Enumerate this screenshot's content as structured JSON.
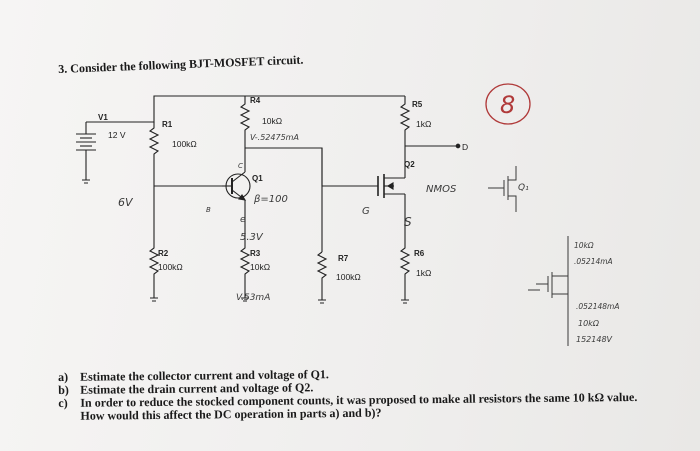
{
  "problem": {
    "number": "3.",
    "title": "Consider the following BJT-MOSFET circuit."
  },
  "circuit": {
    "v1": {
      "name": "V1",
      "value": "12 V"
    },
    "r1": {
      "name": "R1",
      "value": "100kΩ"
    },
    "r2": {
      "name": "R2",
      "value": "100kΩ"
    },
    "r3": {
      "name": "R3",
      "value": "10kΩ"
    },
    "r4": {
      "name": "R4",
      "value": "10kΩ"
    },
    "r5": {
      "name": "R5",
      "value": "1kΩ"
    },
    "r6": {
      "name": "R6",
      "value": "1kΩ"
    },
    "r7": {
      "name": "R7",
      "value": "100kΩ"
    },
    "q1": {
      "name": "Q1"
    },
    "q2": {
      "name": "Q2"
    },
    "node_d": "D"
  },
  "handwriting": {
    "score": "8",
    "six_v": "6V",
    "b_mark": "B",
    "r4_current": "V-.52475mA",
    "c_mark": "C",
    "beta": "β=100",
    "e_mark": "e",
    "ve": "5.3V",
    "r3_current": "V.53mA",
    "g_mark": "G",
    "nmos": "NMOS",
    "s_mark": "S",
    "q_label": "Q₁",
    "note1": "10kΩ",
    "note2": ".05214mA",
    "note3": ".052148mA",
    "note4": "10kΩ",
    "note5": "152148V"
  },
  "questions": [
    {
      "label": "a)",
      "text": "Estimate the collector current and voltage of Q1."
    },
    {
      "label": "b)",
      "text": "Estimate the drain current and voltage of Q2."
    },
    {
      "label": "c)",
      "text": "In order to reduce the stocked component counts, it was proposed to make all resistors the same 10 kΩ value. How would this affect the DC operation in parts a) and b)?"
    }
  ]
}
